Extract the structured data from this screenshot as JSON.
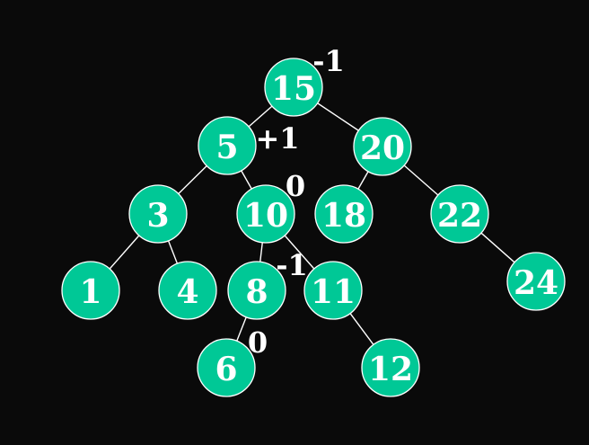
{
  "colors": {
    "background": "#0a0a0a",
    "node_fill": "#00c896",
    "node_stroke": "#ffffff",
    "edge": "#ffffff",
    "text": "#ffffff"
  },
  "tree": {
    "nodes": [
      {
        "id": "n15",
        "label": "15"
      },
      {
        "id": "n5",
        "label": "5"
      },
      {
        "id": "n20",
        "label": "20"
      },
      {
        "id": "n3",
        "label": "3"
      },
      {
        "id": "n10",
        "label": "10"
      },
      {
        "id": "n18",
        "label": "18"
      },
      {
        "id": "n22",
        "label": "22"
      },
      {
        "id": "n1",
        "label": "1"
      },
      {
        "id": "n4",
        "label": "4"
      },
      {
        "id": "n8",
        "label": "8"
      },
      {
        "id": "n11",
        "label": "11"
      },
      {
        "id": "n24",
        "label": "24"
      },
      {
        "id": "n6",
        "label": "6"
      },
      {
        "id": "n12",
        "label": "12"
      }
    ],
    "edges": [
      [
        "n15",
        "n5"
      ],
      [
        "n15",
        "n20"
      ],
      [
        "n5",
        "n3"
      ],
      [
        "n5",
        "n10"
      ],
      [
        "n20",
        "n18"
      ],
      [
        "n20",
        "n22"
      ],
      [
        "n3",
        "n1"
      ],
      [
        "n3",
        "n4"
      ],
      [
        "n10",
        "n8"
      ],
      [
        "n10",
        "n11"
      ],
      [
        "n22",
        "n24"
      ],
      [
        "n8",
        "n6"
      ],
      [
        "n11",
        "n12"
      ]
    ],
    "balance_factors": [
      {
        "node": "n15",
        "label": "-1"
      },
      {
        "node": "n5",
        "label": "+1"
      },
      {
        "node": "n10",
        "label": "0"
      },
      {
        "node": "n8",
        "label": "-1"
      },
      {
        "node": "n6",
        "label": "0"
      }
    ]
  }
}
